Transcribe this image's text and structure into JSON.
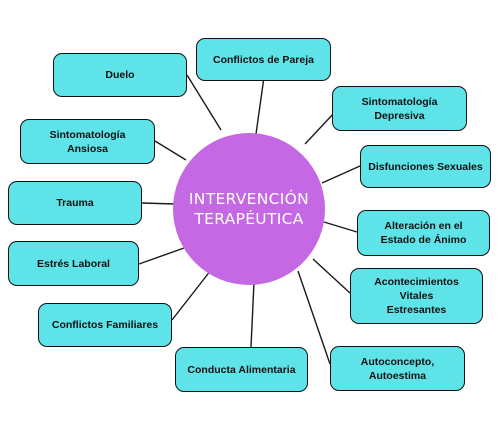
{
  "diagram": {
    "center": {
      "label": "INTERVENCIÓN\nTERAPÉUTICA",
      "color": "#c468e3"
    },
    "node_color": "#5de3e8",
    "nodes": [
      {
        "id": "conflictos-de-pareja",
        "label": "Conflictos de Pareja"
      },
      {
        "id": "duelo",
        "label": "Duelo"
      },
      {
        "id": "sintomatologia-depresiva",
        "label": "Sintomatología\nDepresiva"
      },
      {
        "id": "sintomatologia-ansiosa",
        "label": "Sintomatología\nAnsiosa"
      },
      {
        "id": "disfunciones-sexuales",
        "label": "Disfunciones Sexuales"
      },
      {
        "id": "trauma",
        "label": "Trauma"
      },
      {
        "id": "alteracion-estado-animo",
        "label": "Alteración en el\nEstado de Ánimo"
      },
      {
        "id": "estres-laboral",
        "label": "Estrés Laboral"
      },
      {
        "id": "acontecimientos-vitales",
        "label": "Acontecimientos\nVitales\nEstresantes"
      },
      {
        "id": "conflictos-familiares",
        "label": "Conflictos Familiares"
      },
      {
        "id": "autoconcepto",
        "label": "Autoconcepto,\nAutoestima"
      },
      {
        "id": "conducta-alimentaria",
        "label": "Conducta Alimentaria"
      }
    ]
  }
}
